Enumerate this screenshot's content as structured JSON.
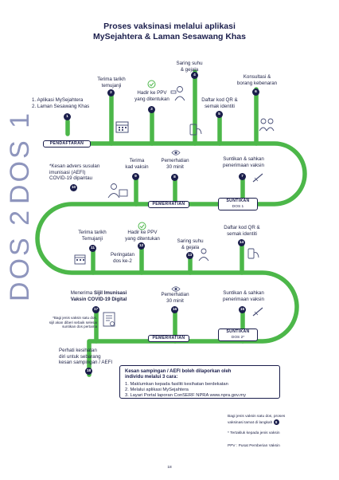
{
  "title": {
    "line1": "Proses vaksinasi melalui aplikasi",
    "line2": "MySejahtera & Laman Sesawang Khas"
  },
  "dos_labels": [
    "DOS 1",
    "DOS 2"
  ],
  "tags": {
    "pendaftaran": "PENDAFTARAN",
    "pemerhatian1": "PEMERHATIAN",
    "suntikan1": "SUNTIKAN",
    "suntikan1_sub": "DOS 1",
    "pemerhatian2": "PEMERHATIAN",
    "suntikan2": "SUNTIKAN",
    "suntikan2_sub": "DOS 2*"
  },
  "steps": {
    "s1": {
      "num": "1",
      "line1": "1.  Aplikasi MySejahtera",
      "line2": "2.  Laman Sesawang Khas"
    },
    "s2": {
      "num": "2",
      "line1": "Terima tarikh",
      "line2": "temujanji"
    },
    "s3": {
      "num": "3",
      "line1": "Hadir ke PPV",
      "line2": "yang ditentukan"
    },
    "s4": {
      "num": "4",
      "line1": "Saring suhu",
      "line2": "& gejala"
    },
    "s5": {
      "num": "5",
      "line1": "Daftar kod QR &",
      "line2": "semak identiti"
    },
    "s6": {
      "num": "6",
      "line1": "Konsultasi &",
      "line2": "borang kebenaran"
    },
    "s7": {
      "num": "7",
      "line1": "Suntikan & sahkan",
      "line2": "penerimaan vaksin"
    },
    "s8": {
      "num": "8",
      "line1": "Pemerhatian",
      "line2": "30 minit"
    },
    "s9": {
      "num": "9",
      "line1": "Terima",
      "line2": "kad vaksin"
    },
    "s10": {
      "num": "10",
      "line1": "*Kesan advers susulan",
      "line2": "imunisasi (AEFI)",
      "line3": "COVID-19 dipantau"
    },
    "s11": {
      "num": "11",
      "line1": "Terima tarikh",
      "line2": "Temujanji"
    },
    "s12": {
      "num": "12",
      "line1": "Hadir ke PPV",
      "line2": "yang ditentukan"
    },
    "s13": {
      "num": "13",
      "line1": "Saring suhu",
      "line2": "& gejala"
    },
    "s14": {
      "num": "14",
      "line1": "Daftar kod QR &",
      "line2": "semak identiti"
    },
    "s15": {
      "num": "15",
      "line1": "Suntikan & sahkan",
      "line2": "penerimaan vaksin"
    },
    "s16": {
      "num": "16",
      "line1": "Pemerhatian",
      "line2": "30 minit"
    },
    "s17": {
      "num": "17",
      "line1": "Menerima",
      "bold1": "Sijil Imunisasi",
      "bold2": "Vaksin COVID-19 Digital"
    },
    "s18": {
      "num": "18",
      "line1": "Perhati kesihatan",
      "line2": "diri untuk sebarang",
      "line3": "kesan sampingan / AEFI"
    }
  },
  "peringatan": {
    "line1": "Peringatan",
    "line2": "dos ke-2"
  },
  "note_single_dose": {
    "line1": "*Bagi jenis vaksin satu dos,",
    "line2": "sijil akan diberi sebaik selesai",
    "line3": "suntikan dos pertama"
  },
  "aefi_panel": {
    "title1": "Kesan sampingan / AEFI boleh dilaporkan oleh",
    "title2": "individu melalui 3 cara:",
    "items": [
      "1.  Maklumkan kepada fasiliti kesihatan berdekatan",
      "2.  Melalui aplikasi MySejahtera",
      "3.  Layari Portal laporan ConSERF NPRA www.npra.gov.my"
    ]
  },
  "footnotes": {
    "f1a": "Bagi jenis vaksin satu dos, proses",
    "f1b": "vaksinasi tamat di langkah",
    "f1num": "8",
    "f2": "* Tertakluk kepada jenis vaksin",
    "f3": "PPV : Pusat Pemberian Vaksin"
  },
  "page_number": "18",
  "colors": {
    "path_green": "#4cb749",
    "navy": "#1a1d4b",
    "dos_grey": "#8e95bd"
  }
}
